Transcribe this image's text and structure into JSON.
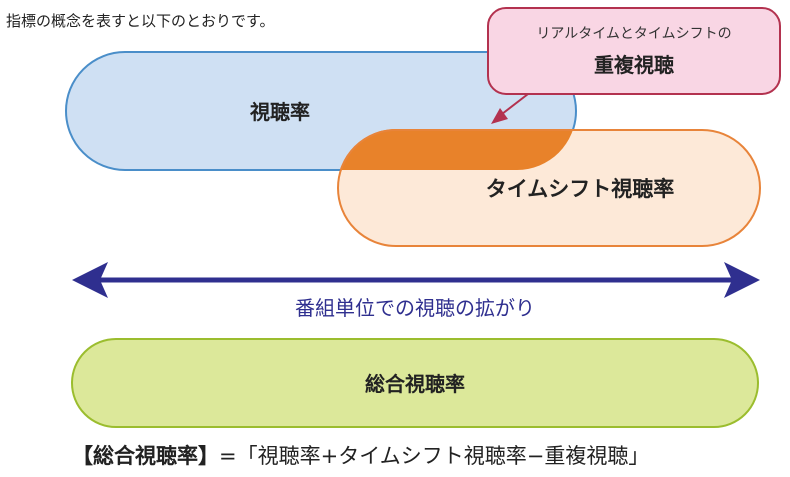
{
  "intro": "指標の概念を表すと以下のとおりです。",
  "callout": {
    "line1": "リアルタイムとタイムシフトの",
    "line2": "重複視聴"
  },
  "labels": {
    "realtime": "視聴率",
    "timeshift": "タイムシフト視聴率",
    "spread": "番組単位での視聴の拡がり",
    "total": "総合視聴率"
  },
  "formula": {
    "term": "【総合視聴率】",
    "equation": "=「視聴率+タイムシフト視聴率−重複視聴」"
  },
  "colors": {
    "realtime_fill": "#cfe0f3",
    "realtime_stroke": "#4a8ec9",
    "timeshift_fill": "#fde9d8",
    "timeshift_stroke": "#e8843a",
    "overlap_fill": "#e8822a",
    "callout_fill": "#f9d6e4",
    "callout_stroke": "#b3324f",
    "arrow": "#2f2f8f",
    "total_fill": "#dce89a",
    "total_stroke": "#9bbd2e"
  }
}
